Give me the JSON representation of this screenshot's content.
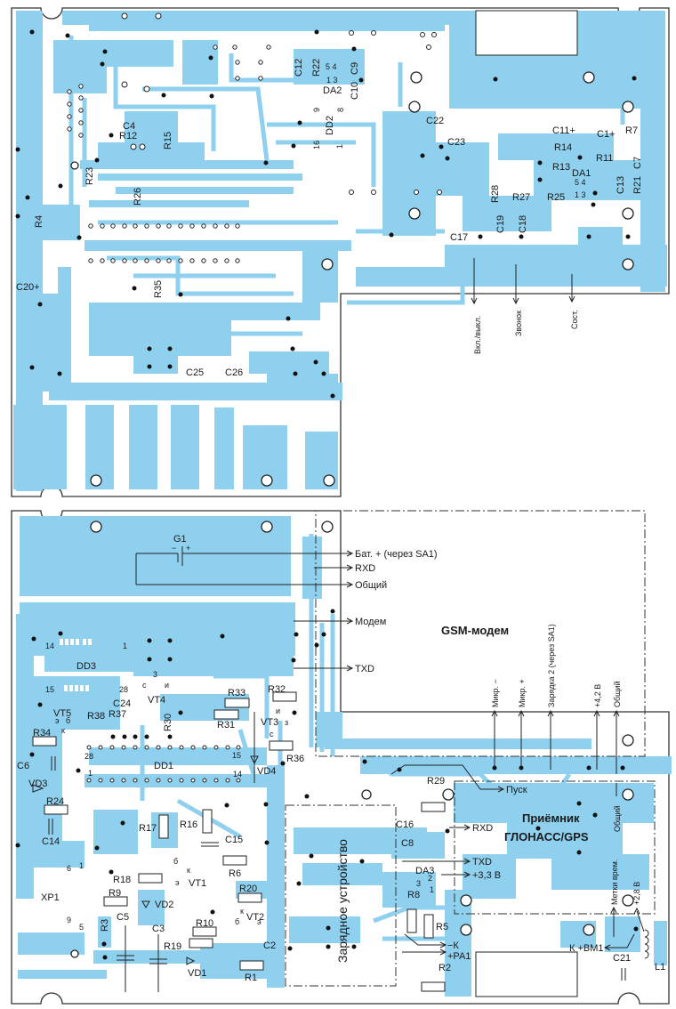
{
  "colors": {
    "copper": "#8fd0ef",
    "board": "#ffffff",
    "outline": "#333333",
    "text": "#1a1a1a"
  },
  "top_board": {
    "components": [
      "C12",
      "R22",
      "DA2",
      "C10",
      "C9",
      "DD2",
      "C4",
      "R12",
      "R15",
      "R23",
      "R26",
      "R4",
      "C22",
      "C23",
      "C11+",
      "C1+",
      "R7",
      "R14",
      "R11",
      "R13",
      "DA1",
      "C7",
      "C13",
      "R21",
      "R28",
      "R27",
      "R25",
      "C19",
      "C18",
      "C17",
      "C20+",
      "R35",
      "C25",
      "C26"
    ],
    "pin_labels": {
      "da2_top": "5 4",
      "da2_bottom": "1 3",
      "dd2_9": "9",
      "dd2_8": "8",
      "dd2_16": "16",
      "dd2_1": "1",
      "da1_top": "5 4",
      "da1_bottom": "1 3"
    },
    "signals": [
      "Вкл./выкл.",
      "Звонок",
      "Сост."
    ]
  },
  "bottom_board": {
    "battery": {
      "label": "G1",
      "minus": "−",
      "plus": "+"
    },
    "gsm_modem": {
      "title": "GSM-модем",
      "left_signals": [
        "Бат. + (через SA1)",
        "RXD",
        "Общий",
        "Модем",
        "TXD"
      ],
      "bottom_signals": [
        "Микр. −",
        "Микр. +",
        "Зарядка 2 (через SA1)",
        "+4,2 В",
        "Общий"
      ]
    },
    "gps_receiver": {
      "title_line1": "Приёмник",
      "title_line2": "ГЛОНАСС/GPS",
      "signals": [
        "Пуск",
        "RXD",
        "TXD",
        "+3,3 В",
        "Общий",
        "Метки врем.",
        "+2,8 В"
      ]
    },
    "charger": {
      "title": "Зарядное устройство"
    },
    "components": [
      "DD3",
      "DD1",
      "VT5",
      "VT4",
      "VT3",
      "VT1",
      "VT2",
      "C24",
      "R38",
      "R37",
      "R30",
      "R33",
      "R31",
      "R32",
      "R36",
      "R34",
      "C6",
      "VD3",
      "VD4",
      "R24",
      "C14",
      "R17",
      "R16",
      "C15",
      "R6",
      "R18",
      "XP1",
      "R9",
      "VD2",
      "R20",
      "R3",
      "C5",
      "C3",
      "R10",
      "R19",
      "VD1",
      "C2",
      "R1",
      "R29",
      "C16",
      "C8",
      "DA3",
      "R8",
      "R5",
      "R2",
      "C21",
      "L1"
    ],
    "pin_labels": {
      "dd3_14": "14",
      "dd3_1": "1",
      "dd3_15": "15",
      "dd3_28": "28",
      "dd1_28": "28",
      "dd1_15": "15",
      "dd1_1": "1",
      "dd1_14": "14",
      "vt4_3": "3",
      "vt4_c": "с",
      "vt4_i": "и",
      "vt5_e": "э",
      "vt5_b": "б",
      "vt5_k": "к",
      "vt3_i": "и",
      "vt3_z": "з",
      "vt3_c": "с",
      "vt1_b": "б",
      "vt1_k": "к",
      "vt1_e": "э",
      "vt2_k": "к",
      "vt2_b": "б",
      "vt2_e": "э",
      "xp1_6": "6",
      "xp1_1": "1",
      "xp1_9": "9",
      "xp1_5": "5",
      "da3_3": "3",
      "da3_2": "2",
      "da3_1": "1"
    },
    "pa1": {
      "minus": "−К",
      "plus": "+PA1"
    },
    "bm1": {
      "label": "К +BM1"
    }
  }
}
